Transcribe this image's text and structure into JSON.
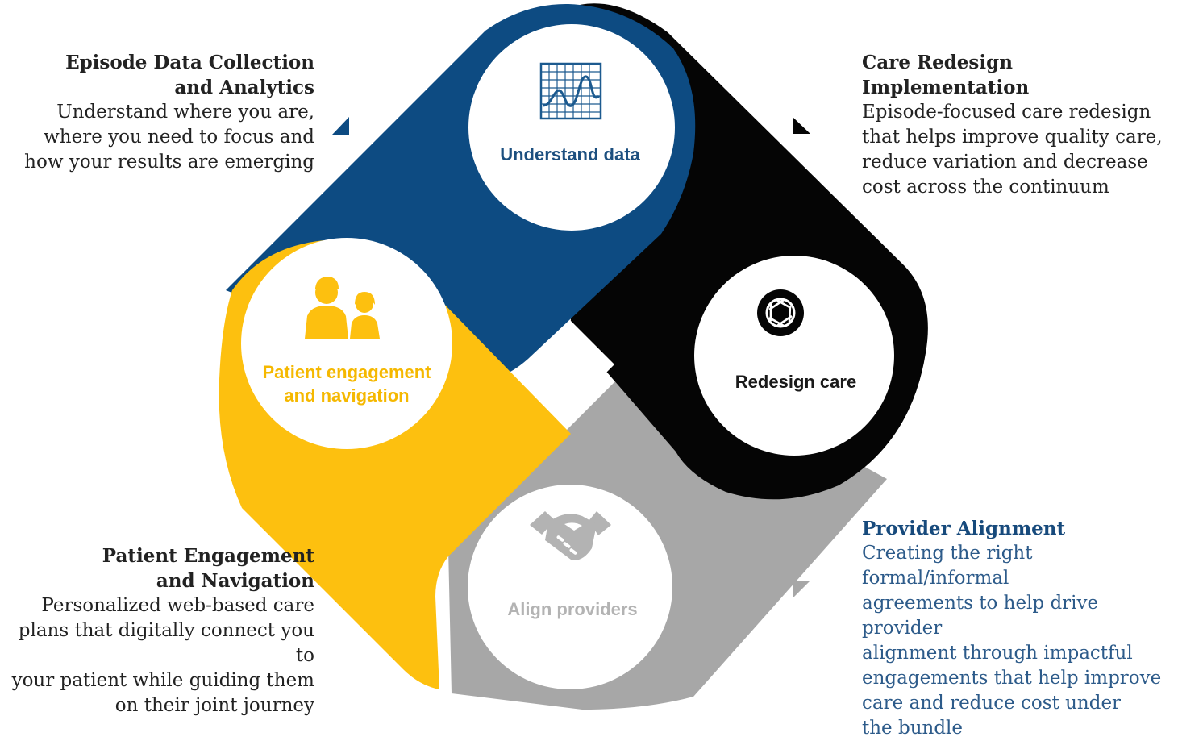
{
  "colors": {
    "understand": "#0d4b82",
    "redesign": "#050505",
    "patient": "#fdc00f",
    "align": "#a7a7a7",
    "provider_text": "#2d5b8a"
  },
  "circles": {
    "understand": {
      "label": "Understand data",
      "icon": "chart-icon"
    },
    "redesign": {
      "label": "Redesign care",
      "icon": "aperture-icon"
    },
    "patient": {
      "label": "Patient engagement and navigation",
      "icon": "people-icon"
    },
    "align": {
      "label": "Align providers",
      "icon": "handshake-icon"
    }
  },
  "descriptions": {
    "data": {
      "title_1": "Episode Data Collection",
      "title_2": "and Analytics",
      "lines": [
        "Understand where you are,",
        "where you need to focus and",
        "how your results are emerging"
      ]
    },
    "redesign": {
      "title_1": "Care Redesign Implementation",
      "lines": [
        "Episode-focused care redesign",
        "that helps improve quality care,",
        "reduce variation and decrease",
        "cost across the continuum"
      ]
    },
    "patient": {
      "title_1": "Patient Engagement",
      "title_2": "and Navigation",
      "lines": [
        "Personalized web-based care",
        "plans that digitally connect you to",
        "your patient while guiding them",
        "on their joint journey"
      ]
    },
    "provider": {
      "title_1": "Provider Alignment",
      "lines": [
        "Creating the right formal/informal",
        "agreements to help drive provider",
        "alignment through impactful",
        "engagements that help improve",
        "care and reduce cost under",
        "the bundle"
      ]
    }
  }
}
